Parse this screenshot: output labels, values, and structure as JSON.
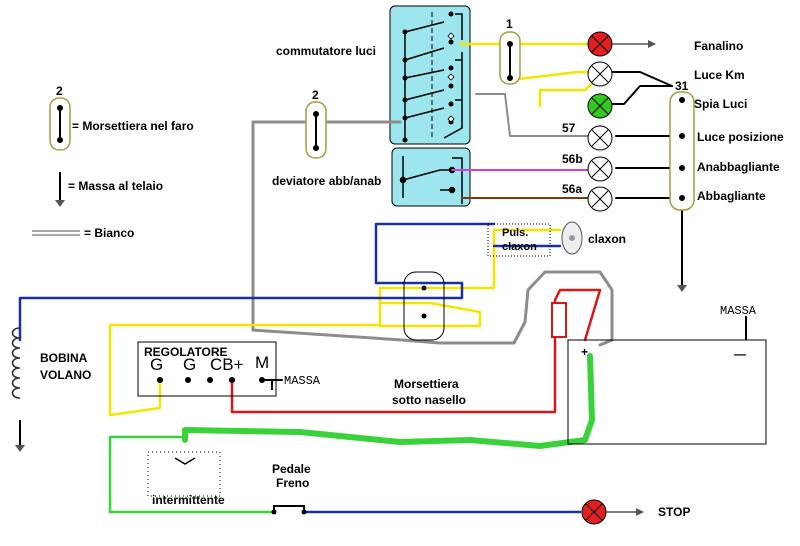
{
  "labels": {
    "commutatore": "commutatore luci",
    "deviatore": "deviatore abb/anab",
    "morsettiera_faro": "= Morsettiera nel faro",
    "massa_telaio": "= Massa al telaio",
    "bianco": "= Bianco",
    "num_1": "1",
    "num_2a": "2",
    "num_2b": "2",
    "num_31": "31",
    "num_57": "57",
    "num_56b": "56b",
    "num_56a": "56a",
    "fanalino": "Fanalino",
    "luce_km": "Luce Km",
    "spia_luci": "Spia Luci",
    "luce_posizione": "Luce posizione",
    "anabbagliante": "Anabbagliante",
    "abbagliante": "Abbagliante",
    "puls": "Puls.",
    "claxon_lbl": "claxon",
    "claxon": "claxon",
    "bobina": "BOBINA",
    "volano": "VOLANO",
    "regolatore": "REGOLATORE",
    "reg_G1": "G",
    "reg_G2": "G",
    "reg_CB": "CB+",
    "reg_M": "M",
    "massa_reg": "MASSA",
    "morsettiera_sotto": "Morsettiera",
    "sotto_nasello": "sotto nasello",
    "massa_batt": "MASSA",
    "plus": "+",
    "minus": "—",
    "intermittente": "intermittente",
    "pedale": "Pedale",
    "freno": "Freno",
    "stop": "STOP"
  },
  "colors": {
    "yellow": "#f2e600",
    "blue": "#1a2fa0",
    "gray": "#8c8c8c",
    "green": "#3ad23a",
    "red": "#d81818",
    "brown": "#7a3a10",
    "magenta": "#d040d0",
    "switch_fill": "#9de6ee",
    "lamp_red": "#e22020",
    "lamp_green": "#34c820"
  }
}
